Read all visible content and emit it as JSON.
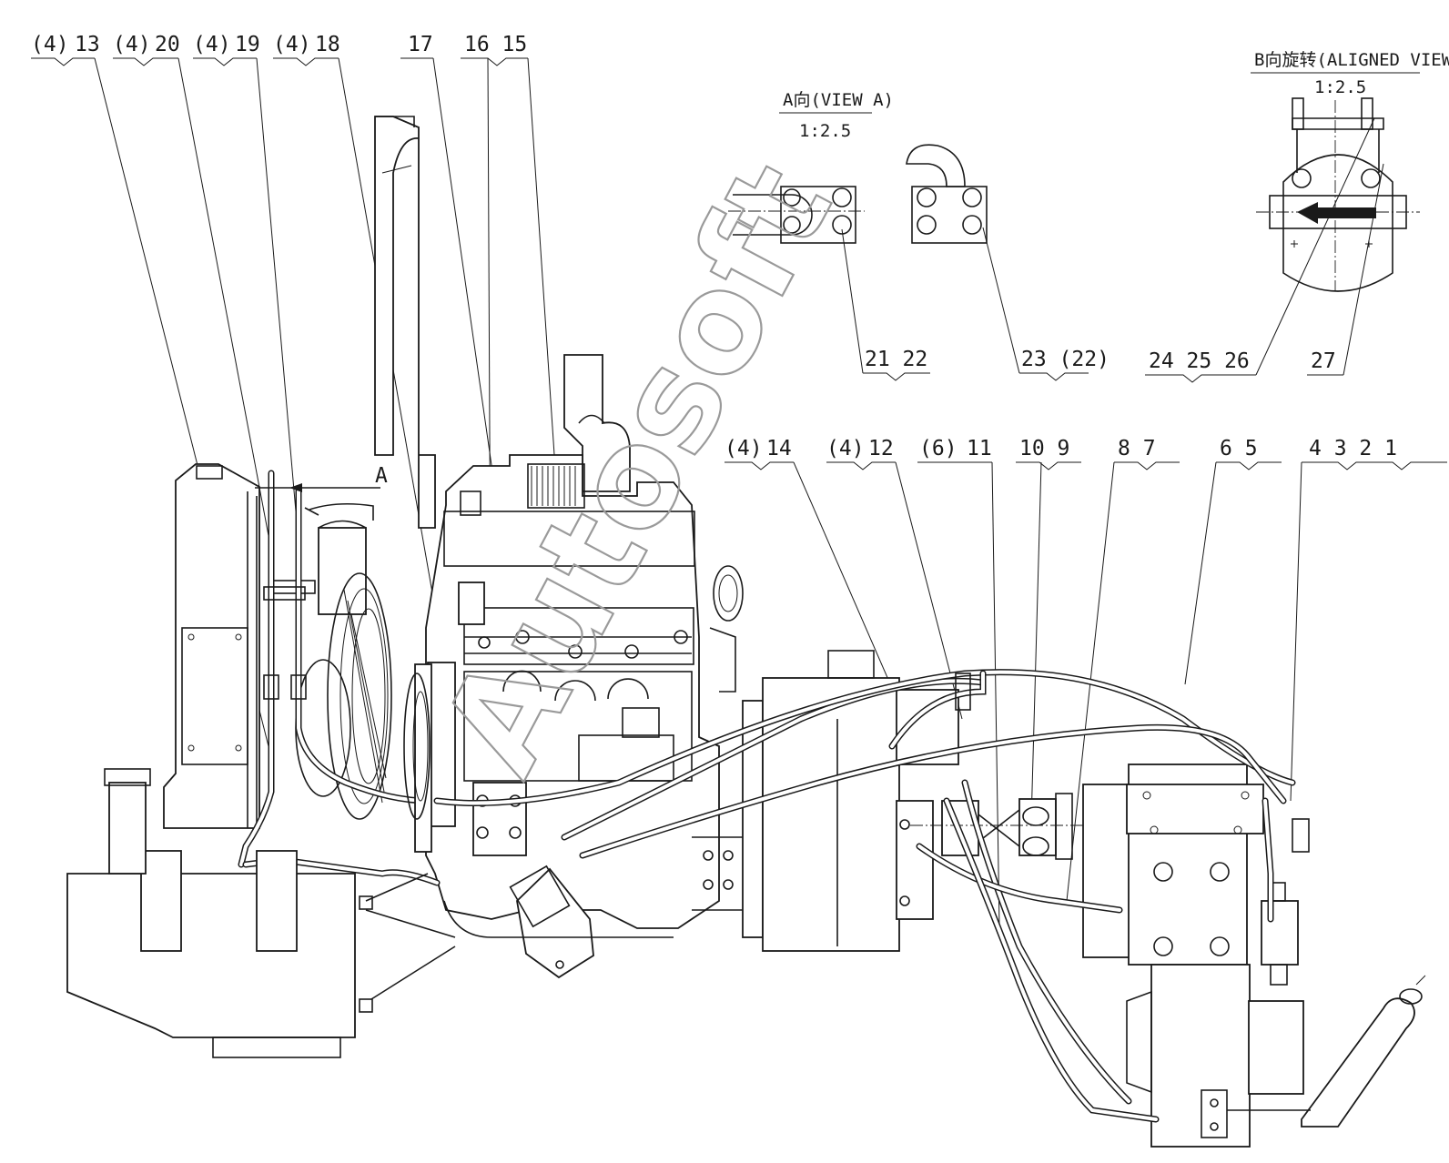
{
  "watermark": "Autosoft",
  "views": {
    "view_a": {
      "title": "A向(VIEW A)",
      "scale": "1:2.5"
    },
    "view_b": {
      "title": "B向旋转(ALIGNED VIEW B)",
      "scale": "1:2.5"
    },
    "direction_marker": "A"
  },
  "callouts_top": [
    {
      "qty": "(4)",
      "num": "13"
    },
    {
      "qty": "(4)",
      "num": "20"
    },
    {
      "qty": "(4)",
      "num": "19"
    },
    {
      "qty": "(4)",
      "num": "18"
    },
    {
      "qty": "",
      "num": "17"
    },
    {
      "qty": "",
      "num": "16  15"
    }
  ],
  "callouts_view": [
    {
      "text": "21  22"
    },
    {
      "text": "23  (22)"
    },
    {
      "text": "24  25  26"
    },
    {
      "text": "27"
    }
  ],
  "callouts_right": [
    {
      "qty": "(4)",
      "num": "14"
    },
    {
      "qty": "(4)",
      "num": "12"
    },
    {
      "qty": "(6)",
      "num": "11"
    },
    {
      "qty": "",
      "num": "10   9"
    },
    {
      "qty": "",
      "num": "8   7"
    },
    {
      "qty": "",
      "num": "6   5"
    },
    {
      "qty": "",
      "num": "4   3   2   1"
    }
  ]
}
